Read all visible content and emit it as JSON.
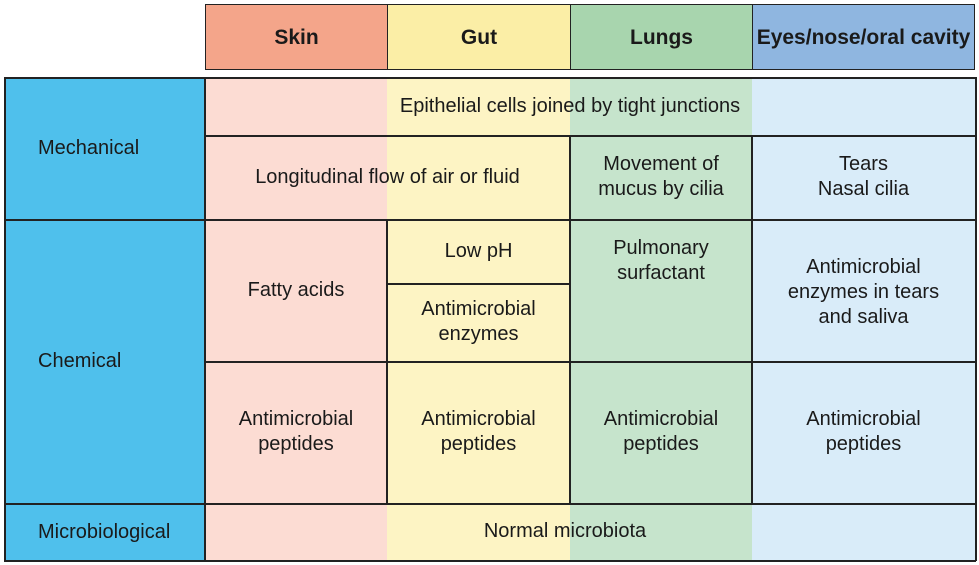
{
  "headers": {
    "skin": "Skin",
    "gut": "Gut",
    "lungs": "Lungs",
    "eyes": "Eyes/nose/oral cavity"
  },
  "rows": {
    "mechanical": "Mechanical",
    "chemical": "Chemical",
    "microbiological": "Microbiological"
  },
  "cells": {
    "epithelial": "Epithelial cells joined by tight junctions",
    "longitudinal_flow": "Longitudinal flow of air or fluid",
    "mucus_cilia_1": "Movement of",
    "mucus_cilia_2": "mucus by cilia",
    "tears": "Tears",
    "nasal_cilia": "Nasal cilia",
    "fatty_acids": "Fatty acids",
    "low_ph": "Low pH",
    "gut_enzymes_1": "Antimicrobial",
    "gut_enzymes_2": "enzymes",
    "surfactant_1": "Pulmonary",
    "surfactant_2": "surfactant",
    "eye_enzymes_1": "Antimicrobial",
    "eye_enzymes_2": "enzymes in tears",
    "eye_enzymes_3": "and saliva",
    "peptides_1": "Antimicrobial",
    "peptides_2": "peptides",
    "normal_microbiota": "Normal microbiota"
  },
  "colors": {
    "skin_header": "#f4a58a",
    "gut_header": "#fbeea6",
    "lungs_header": "#a8d5ae",
    "eyes_header": "#8fb6e0",
    "row_label": "#4fc0ec",
    "skin_body": "#fcdcd3",
    "gut_body": "#fdf4c4",
    "lungs_body": "#c6e4cc",
    "eyes_body": "#d9ecf9"
  }
}
